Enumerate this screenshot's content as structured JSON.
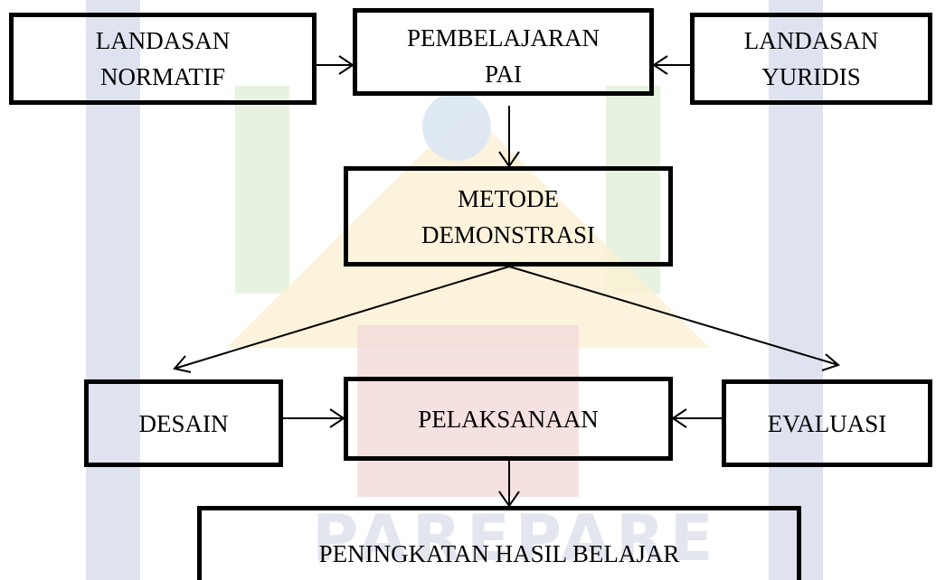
{
  "watermark": {
    "text": "PAREPARE"
  },
  "boxes": {
    "landasan_normatif": {
      "line1": "LANDASAN",
      "line2": "NORMATIF"
    },
    "pembelajaran_pai": {
      "line1": "PEMBELAJARAN",
      "line2": "PAI"
    },
    "landasan_yuridis": {
      "line1": "LANDASAN",
      "line2": "YURIDIS"
    },
    "metode_demonstrasi": {
      "line1": "METODE",
      "line2": "DEMONSTRASI"
    },
    "desain": {
      "label": "DESAIN"
    },
    "pelaksanaan": {
      "label": "PELAKSANAAN"
    },
    "evaluasi": {
      "label": "EVALUASI"
    },
    "peningkatan": {
      "label": "PENINGKATAN HASIL BELAJAR"
    }
  },
  "colors": {
    "line": "#000000",
    "watermark_blue": "#dfe3ef",
    "watermark_green": "#e8f2e0",
    "watermark_red": "#f4d9d9",
    "watermark_yellow": "#faf0d2"
  }
}
